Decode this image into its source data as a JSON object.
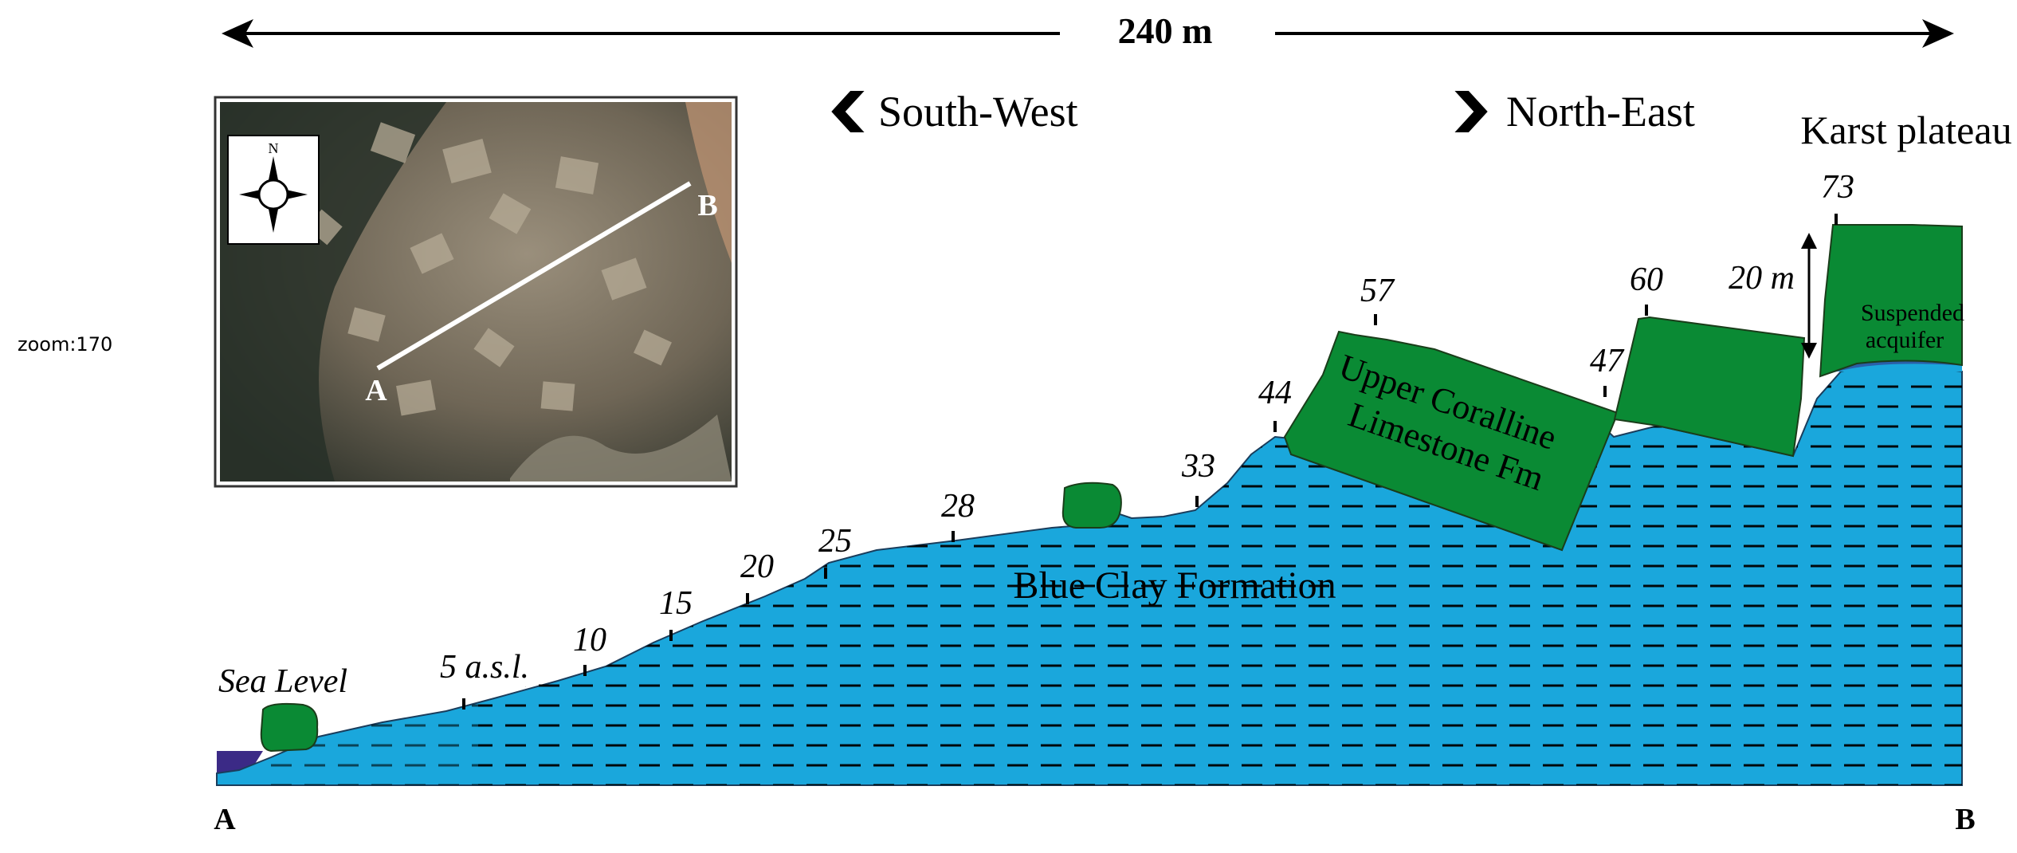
{
  "zoom_label": "zoom:170",
  "scale": {
    "label": "240 m"
  },
  "directions": {
    "left": "South-West",
    "right": "North-East"
  },
  "region_labels": {
    "karst": "Karst plateau",
    "blue_clay": "Blue Clay Formation",
    "limestone_line1": "Upper Coralline",
    "limestone_line2": "Limestone Fm",
    "aquifer_line1": "Suspended",
    "aquifer_line2": "acquifer",
    "sea_level": "Sea Level",
    "height": "20 m"
  },
  "profile_ends": {
    "start": "A",
    "end": "B"
  },
  "inset": {
    "start": "A",
    "end": "B",
    "north": "N"
  },
  "elevations": {
    "e5": "5 a.s.l.",
    "e10": "10",
    "e15": "15",
    "e20": "20",
    "e25": "25",
    "e28": "28",
    "e33": "33",
    "e44": "44",
    "e57": "57",
    "e47": "47",
    "e60": "60",
    "e73": "73"
  },
  "colors": {
    "clay": "#1aa7dc",
    "limestone": "#0a8a34",
    "sea": "#3b2a86",
    "aquifer": "#2a5fa8"
  }
}
